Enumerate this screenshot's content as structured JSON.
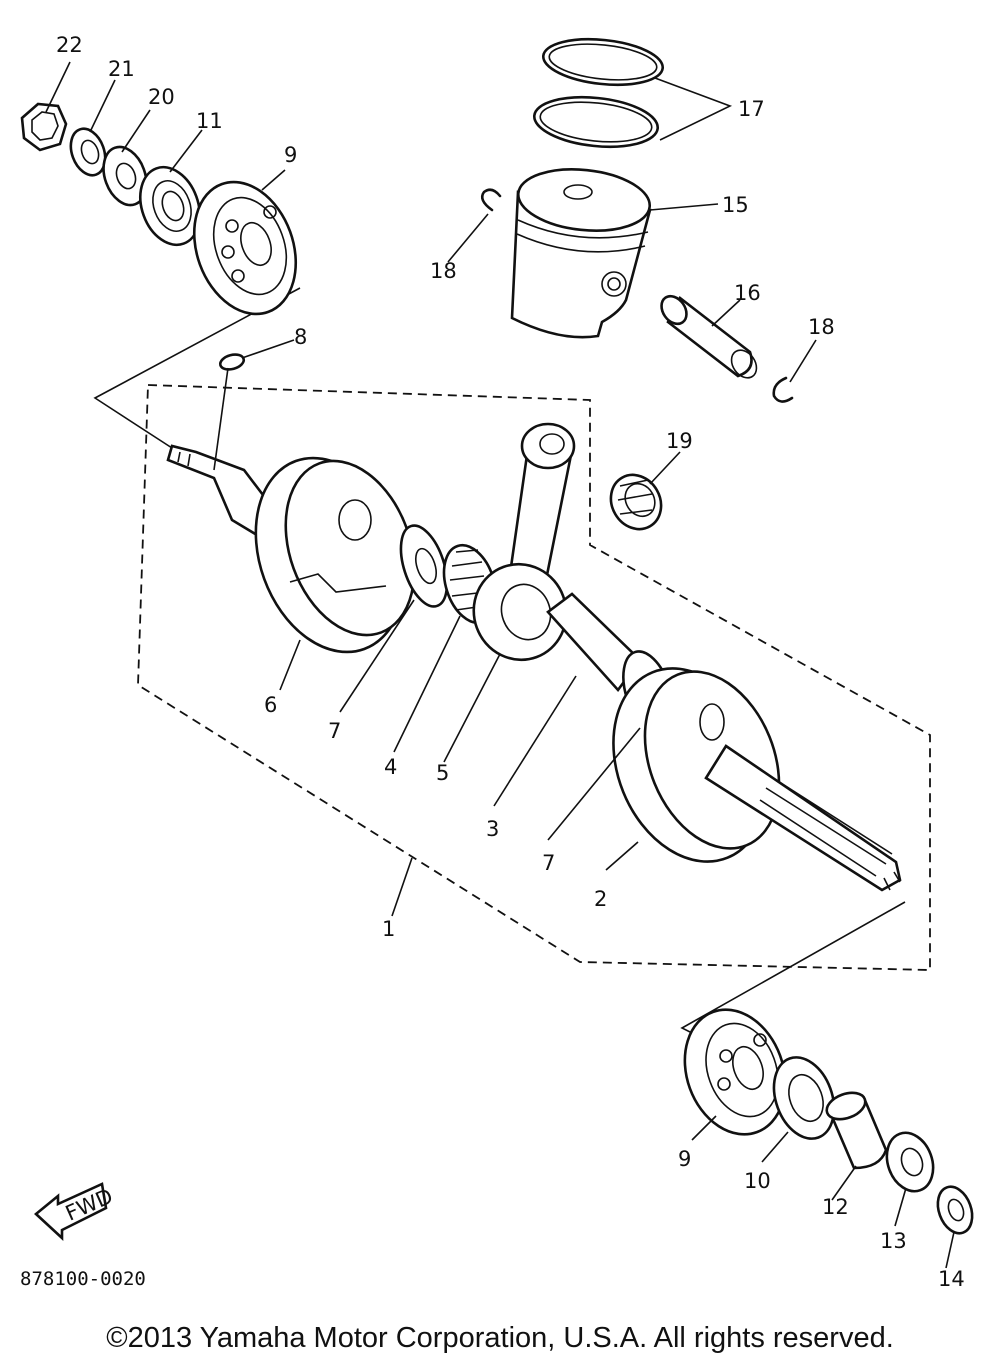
{
  "diagram": {
    "part_labels": [
      {
        "id": "p22",
        "text": "22"
      },
      {
        "id": "p21",
        "text": "21"
      },
      {
        "id": "p20",
        "text": "20"
      },
      {
        "id": "p11",
        "text": "11"
      },
      {
        "id": "p9a",
        "text": "9"
      },
      {
        "id": "p8",
        "text": "8"
      },
      {
        "id": "p17",
        "text": "17"
      },
      {
        "id": "p15",
        "text": "15"
      },
      {
        "id": "p18a",
        "text": "18"
      },
      {
        "id": "p16",
        "text": "16"
      },
      {
        "id": "p18b",
        "text": "18"
      },
      {
        "id": "p19",
        "text": "19"
      },
      {
        "id": "p6",
        "text": "6"
      },
      {
        "id": "p7a",
        "text": "7"
      },
      {
        "id": "p4",
        "text": "4"
      },
      {
        "id": "p5",
        "text": "5"
      },
      {
        "id": "p3",
        "text": "3"
      },
      {
        "id": "p7b",
        "text": "7"
      },
      {
        "id": "p2",
        "text": "2"
      },
      {
        "id": "p1",
        "text": "1"
      },
      {
        "id": "p9b",
        "text": "9"
      },
      {
        "id": "p10",
        "text": "10"
      },
      {
        "id": "p12",
        "text": "12"
      },
      {
        "id": "p13",
        "text": "13"
      },
      {
        "id": "p14",
        "text": "14"
      }
    ],
    "fwd_label": "FWD",
    "ref_code": "878100-0020",
    "copyright": "©2013 Yamaha Motor Corporation, U.S.A. All rights reserved."
  }
}
